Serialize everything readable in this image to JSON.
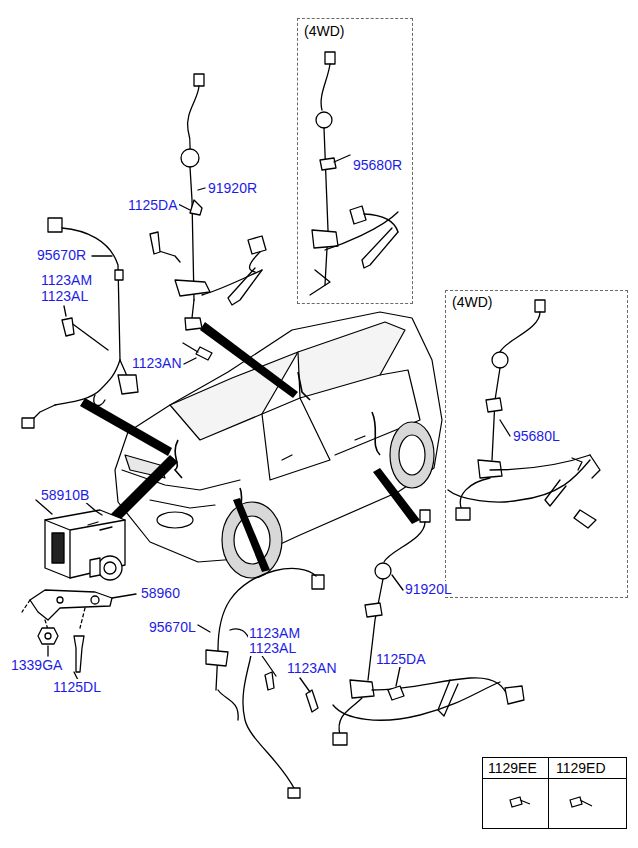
{
  "diagram": {
    "nodes": [
      {
        "text": [
          "(4WD)",
          "95680R"
        ]
      },
      {
        "text": [
          "(4WD)",
          "95680L"
        ]
      }
    ],
    "labels": [
      "1125DA",
      "91920R",
      "95670R",
      "1123AM",
      "1123AL",
      "1123AN",
      "58910B",
      "58960",
      "1339GA",
      "1125DL",
      "95670L",
      "1123AM",
      "1123AL",
      "1123AN",
      "1125DA",
      "91920L",
      "1129EE",
      "1129ED"
    ]
  }
}
